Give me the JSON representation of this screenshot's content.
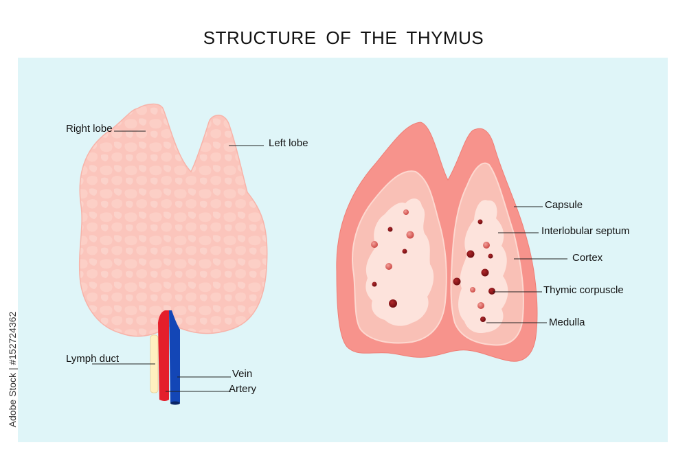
{
  "title": "STRUCTURE OF THE THYMUS",
  "labels": {
    "right_lobe": "Right lobe",
    "left_lobe": "Left lobe",
    "lymph_duct": "Lymph duct",
    "vein": "Vein",
    "artery": "Artery",
    "capsule": "Capsule",
    "interlobular_septum": "Interlobular septum",
    "cortex": "Cortex",
    "thymic_corpuscle": "Thymic corpuscle",
    "medulla": "Medulla"
  },
  "watermark_side": "Adobe Stock | #152724362",
  "colors": {
    "background_panel": "#dff5f8",
    "gland": "#fbc9c0",
    "capsule": "#f58b86",
    "cortex": "#f9c2b8",
    "medulla": "#fde4de",
    "corpuscle_dark": "#7c0f12",
    "corpuscle_light": "#d95a55",
    "vein": "#1148b8",
    "artery": "#e0202a",
    "lymph_duct": "#fff1c2"
  }
}
